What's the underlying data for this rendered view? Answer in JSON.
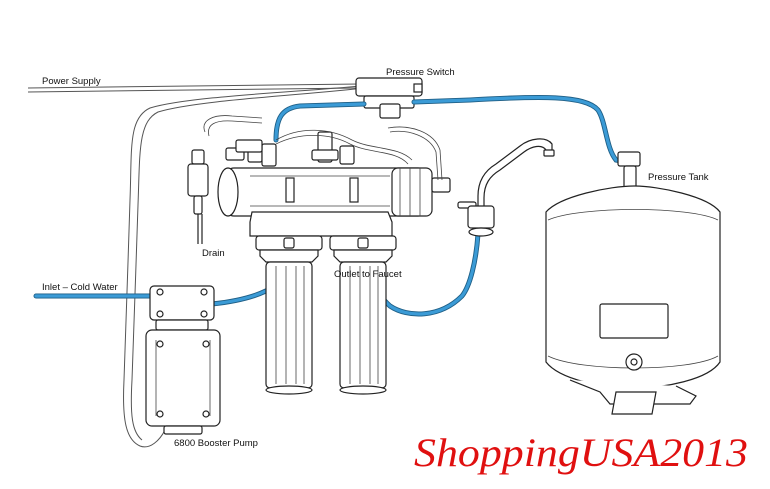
{
  "labels": {
    "power_supply": "Power Supply",
    "pressure_switch": "Pressure Switch",
    "pressure_tank": "Pressure Tank",
    "drain": "Drain",
    "inlet": "Inlet – Cold Water",
    "outlet": "Outlet to Faucet",
    "pump": "6800 Booster Pump"
  },
  "watermark": "ShoppingUSA2013",
  "colors": {
    "tubing": "#3b9bd6",
    "watermark": "#e01010",
    "outline": "#222222"
  }
}
